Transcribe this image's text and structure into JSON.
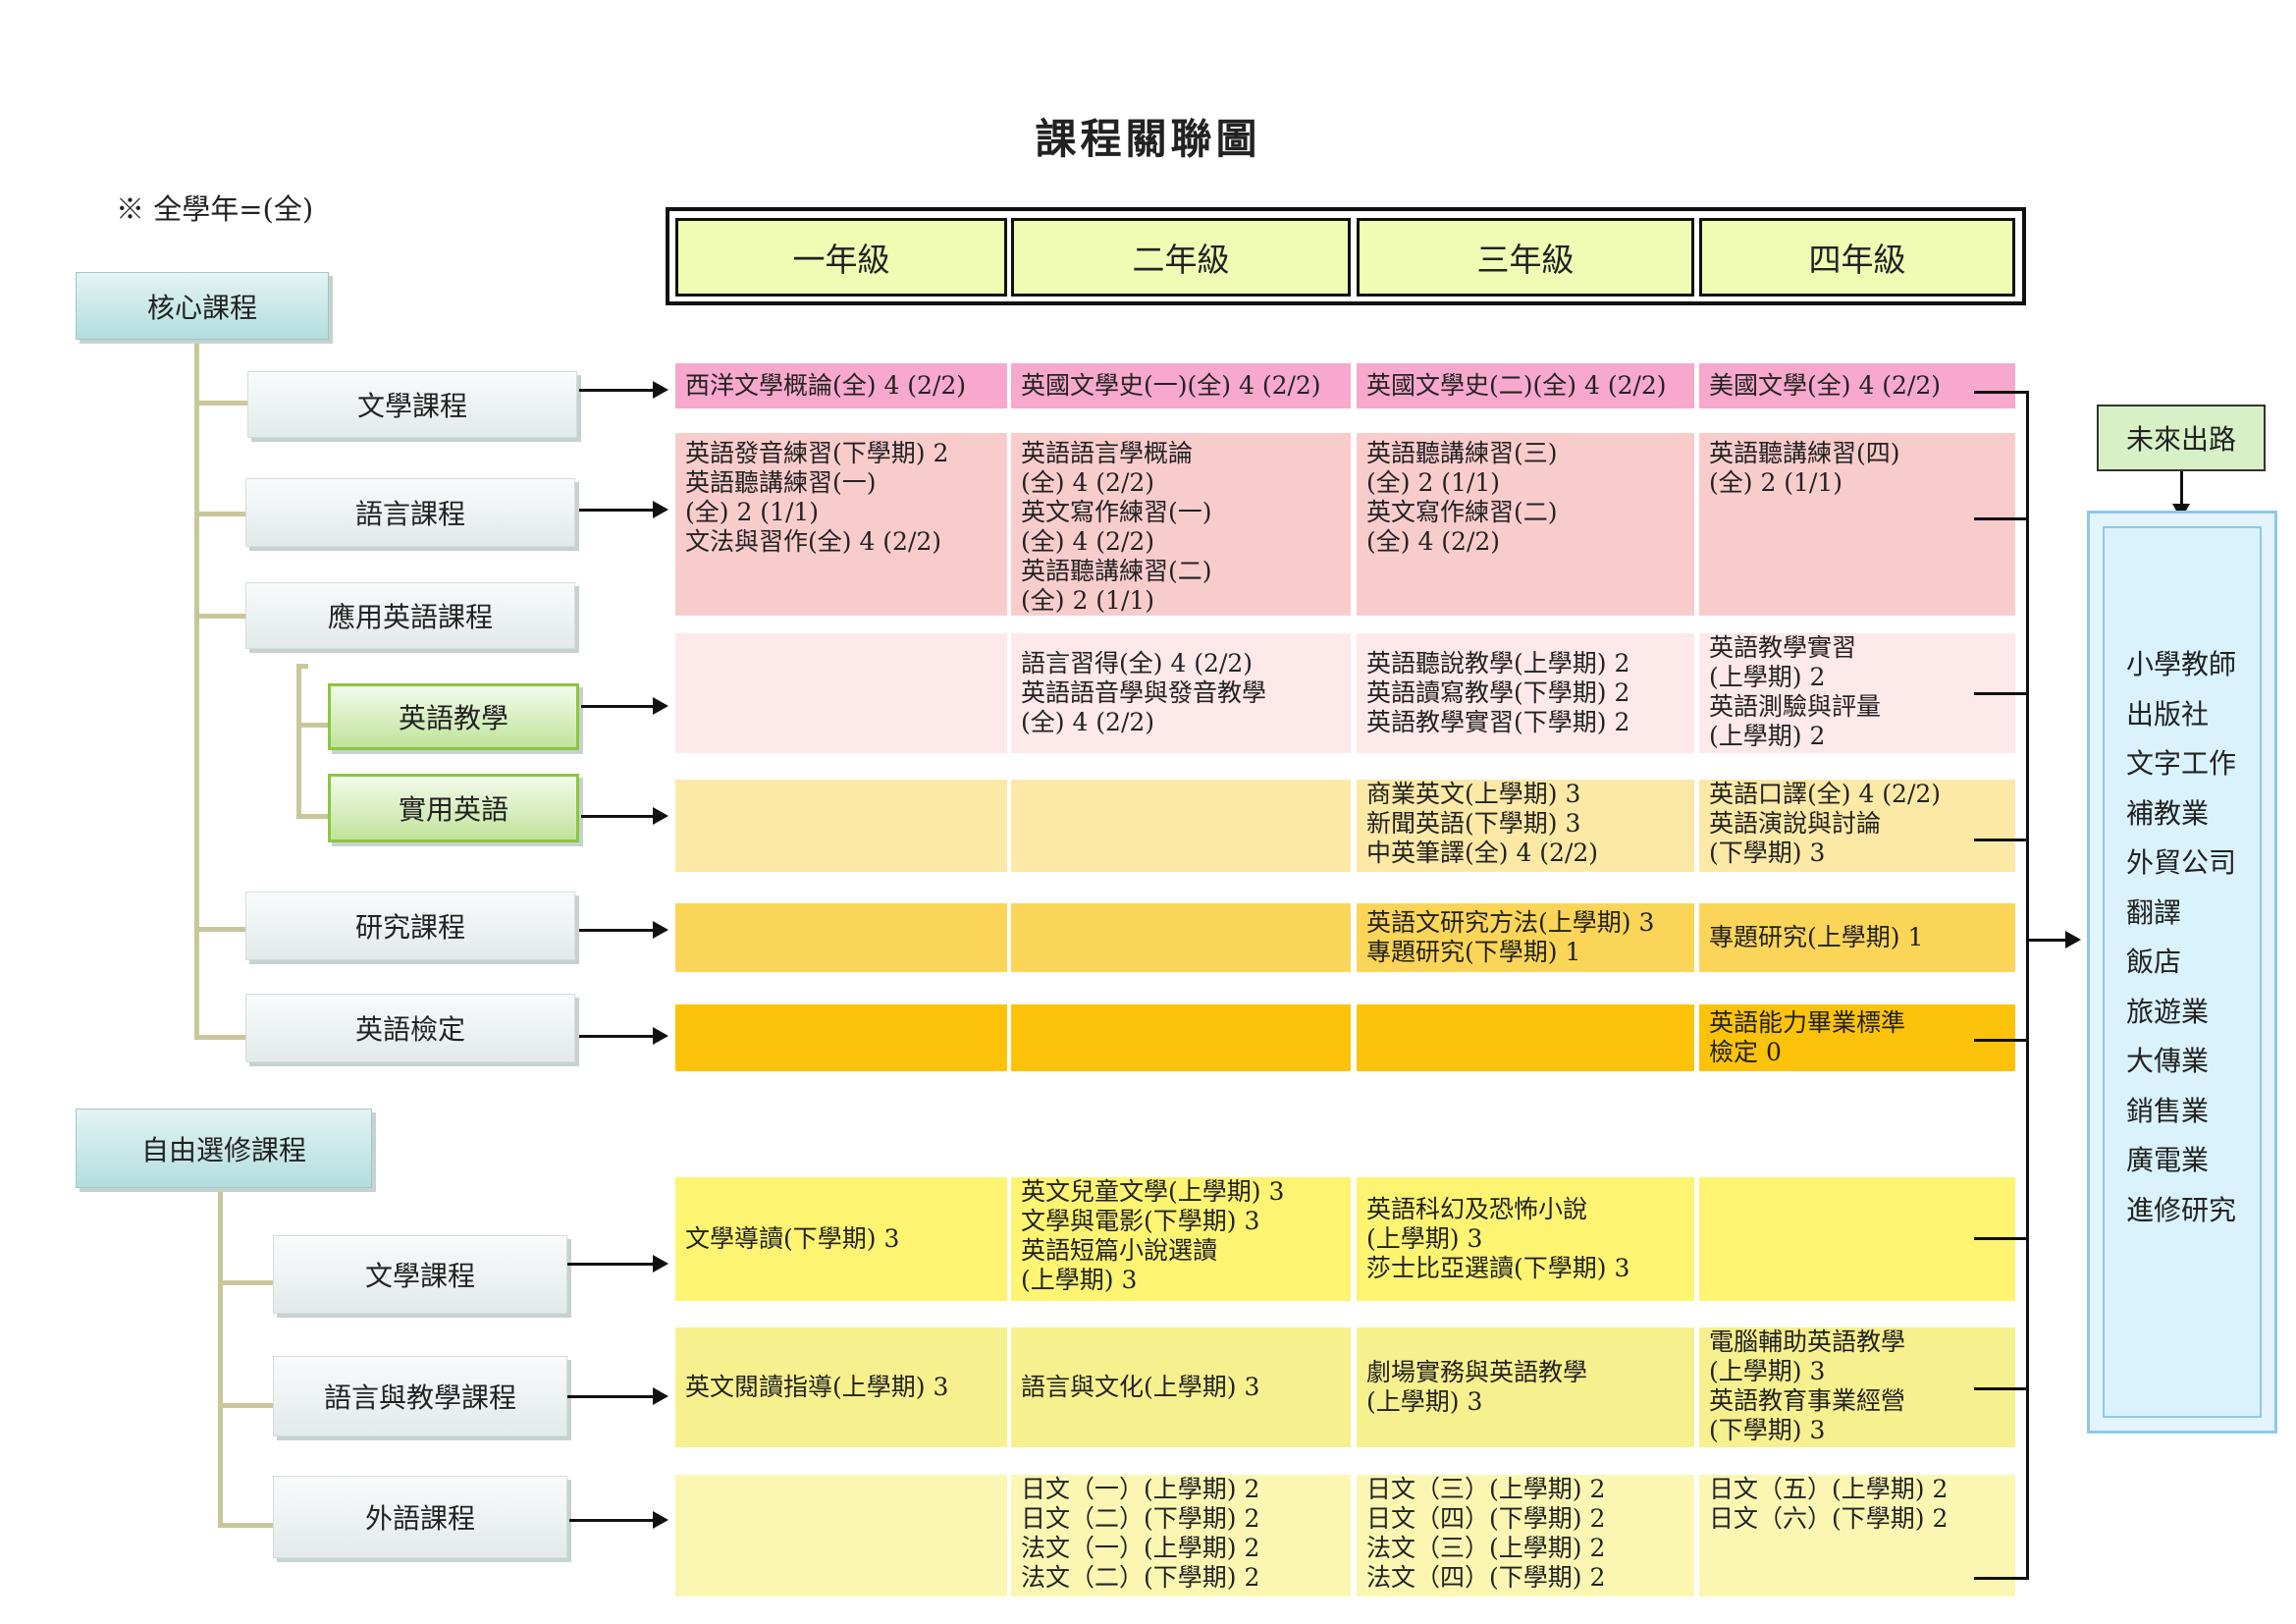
{
  "title": "課程關聯圖",
  "note": "※ 全學年=(全)",
  "grades": [
    "一年級",
    "二年級",
    "三年級",
    "四年級"
  ],
  "core": {
    "label": "核心課程",
    "literature": "文學課程",
    "language": "語言課程",
    "applied": "應用英語課程",
    "teaching": "英語教學",
    "practical": "實用英語",
    "research": "研究課程",
    "test": "英語檢定"
  },
  "elective": {
    "label": "自由選修課程",
    "literature": "文學課程",
    "language_teaching": "語言與教學課程",
    "foreign": "外語課程"
  },
  "rows": {
    "lit": [
      [
        "西洋文學概論(全) 4 (2/2)"
      ],
      [
        "英國文學史(一)(全) 4 (2/2)"
      ],
      [
        "英國文學史(二)(全) 4 (2/2)"
      ],
      [
        "美國文學(全) 4 (2/2)"
      ]
    ],
    "lang": [
      [
        "英語發音練習(下學期) 2",
        "英語聽講練習(一)",
        "(全) 2 (1/1)",
        "文法與習作(全) 4 (2/2)"
      ],
      [
        "英語語言學概論",
        "(全) 4 (2/2)",
        "英文寫作練習(一)",
        "(全) 4 (2/2)",
        "英語聽講練習(二)",
        "(全) 2 (1/1)"
      ],
      [
        "英語聽講練習(三)",
        "(全) 2 (1/1)",
        "英文寫作練習(二)",
        "(全) 4 (2/2)"
      ],
      [
        "英語聽講練習(四)",
        "(全) 2 (1/1)"
      ]
    ],
    "teach": [
      [],
      [
        "語言習得(全) 4 (2/2)",
        "英語語音學與發音教學",
        "(全) 4 (2/2)"
      ],
      [
        "英語聽說教學(上學期) 2",
        "英語讀寫教學(下學期) 2",
        "英語教學實習(下學期) 2"
      ],
      [
        "英語教學實習",
        "(上學期) 2",
        "英語測驗與評量",
        "(上學期) 2"
      ]
    ],
    "prac": [
      [],
      [],
      [
        "商業英文(上學期) 3",
        "新聞英語(下學期) 3",
        "中英筆譯(全) 4 (2/2)"
      ],
      [
        "英語口譯(全) 4 (2/2)",
        "英語演說與討論",
        "(下學期) 3"
      ]
    ],
    "res": [
      [],
      [],
      [
        "英語文研究方法(上學期) 3",
        "專題研究(下學期) 1"
      ],
      [
        "專題研究(上學期) 1"
      ]
    ],
    "test": [
      [],
      [],
      [],
      [
        "英語能力畢業標準",
        "檢定 0"
      ]
    ],
    "elit": [
      [
        "文學導讀(下學期) 3"
      ],
      [
        "英文兒童文學(上學期) 3",
        "文學與電影(下學期) 3",
        "英語短篇小說選讀",
        "(上學期) 3"
      ],
      [
        "英語科幻及恐怖小說",
        "(上學期) 3",
        "莎士比亞選讀(下學期) 3"
      ],
      []
    ],
    "elang": [
      [
        "英文閱讀指導(上學期) 3"
      ],
      [
        "語言與文化(上學期) 3"
      ],
      [
        "劇場實務與英語教學",
        "(上學期) 3"
      ],
      [
        "電腦輔助英語教學",
        "(上學期) 3",
        "英語教育事業經營",
        "(下學期) 3"
      ]
    ],
    "efor": [
      [],
      [
        "日文（一）(上學期) 2",
        "日文（二）(下學期) 2",
        "法文（一）(上學期) 2",
        "法文（二）(下學期) 2"
      ],
      [
        "日文（三）(上學期) 2",
        "日文（四）(下學期) 2",
        "法文（三）(上學期) 2",
        "法文（四）(下學期) 2"
      ],
      [
        "日文（五）(上學期) 2",
        "日文（六）(下學期) 2"
      ]
    ]
  },
  "future": {
    "label": "未來出路",
    "careers": [
      "小學教師",
      "出版社",
      "文字工作",
      "補教業",
      "外貿公司",
      "翻譯",
      "飯店",
      "旅遊業",
      "大傳業",
      "銷售業",
      "廣電業",
      "進修研究"
    ]
  }
}
